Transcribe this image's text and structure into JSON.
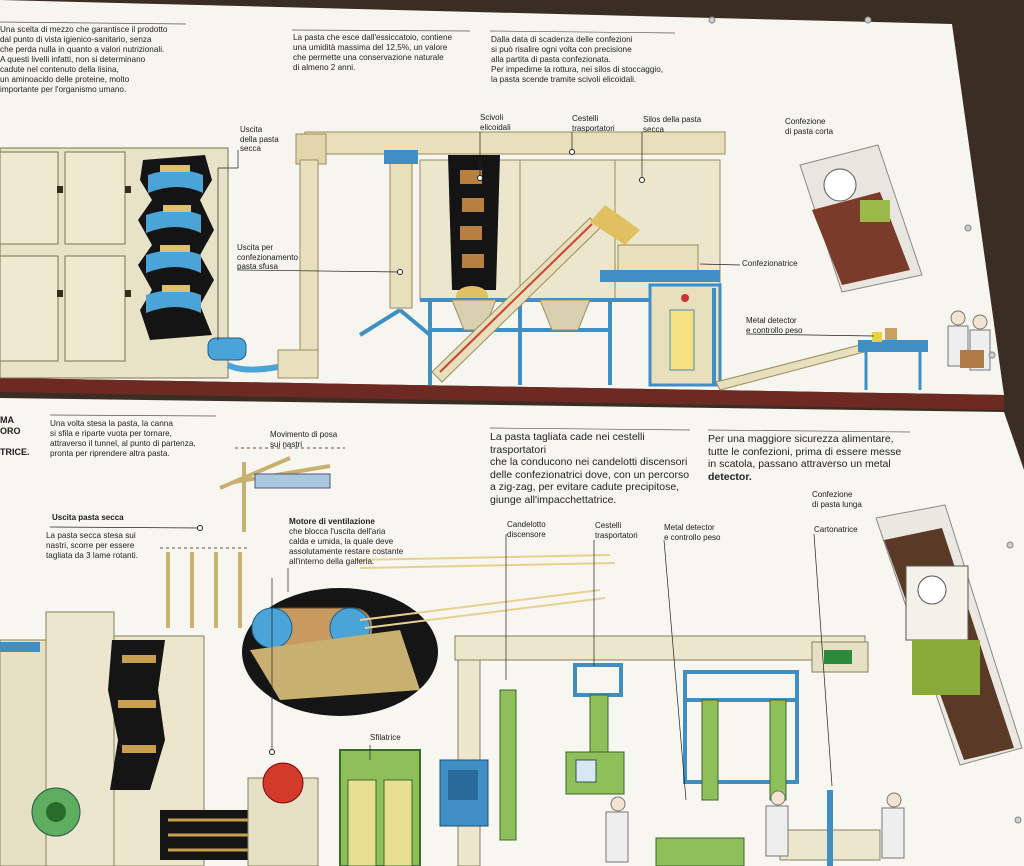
{
  "top": {
    "intro": [
      "Una scelta di mezzo che garantisce il prodotto",
      "dal punto di vista igienico-sanitario, senza",
      "che perda nulla in quanto a valori nutrizionali.",
      "A questi livelli infatti, non si determinano",
      "cadute nel contenuto della lisina,",
      "un aminoacido delle proteine, molto",
      "importante per l'organismo umano."
    ],
    "dryer_note": [
      "La pasta che esce dall'essiccatoio, contiene",
      "una umidità massima del 12,5%, un valore",
      "che permette una conservazione naturale",
      "di almeno 2 anni."
    ],
    "silo_note": [
      "Dalla data di scadenza delle confezioni",
      "si può risalire ogni volta con precisione",
      "alla partita di pasta confezionata.",
      "Per impedirne la rottura, nei silos di stoccaggio,",
      "la pasta scende tramite scivoli elicoidali."
    ],
    "labels": {
      "uscita_pasta_secca": [
        "Uscita",
        "della pasta",
        "secca"
      ],
      "uscita_sfusa": [
        "Uscita per",
        "confezionamento",
        "pasta sfusa"
      ],
      "scivoli": [
        "Scivoli",
        "elicoidali"
      ],
      "cestelli": [
        "Cestelli",
        "trasportatori"
      ],
      "silos": [
        "Silos della pasta",
        "secca"
      ],
      "confezione_corta": [
        "Confezione",
        "di pasta corta"
      ],
      "confezionatrice": "Confezionatrice",
      "metal_detector": [
        "Metal detector",
        "e controllo peso"
      ]
    }
  },
  "bottom": {
    "left_fragment": [
      "MA",
      "ORO",
      "",
      "TRICE."
    ],
    "canna_note": [
      "Una volta stesa la pasta, la canna",
      "si sfila e riparte vuota per tornare,",
      "attraverso il tunnel, al punto di partenza,",
      "pronta per riprendere altra pasta."
    ],
    "movimento": [
      "Movimento di posa",
      "sui nastri"
    ],
    "uscita_secca_title": "Uscita pasta secca",
    "uscita_secca_note": [
      "La pasta secca stesa sui",
      "nastri, scorre per essere",
      "tagliata da 3 lame rotanti."
    ],
    "motore_note": [
      "Motore di ventilazione",
      "che blocca l'uscita dell'aria",
      "calda e umida, la quale deve",
      "assolutamente restare costante",
      "all'interno della galleria."
    ],
    "cestelli_note": [
      "La pasta tagliata cade nei cestelli trasportatori",
      "che la conducono nei candelotti discensori",
      "delle confezionatrici dove, con un percorso",
      "a zig-zag, per evitare cadute precipitose,",
      "giunge all'impacchettatrice."
    ],
    "sicurezza_note": [
      "Per una maggiore sicurezza alimentare,",
      "tutte le confezioni, prima di essere messe",
      "in scatola, passano attraverso un metal",
      "detector."
    ],
    "labels": {
      "candelotto": [
        "Candelotto",
        "discensore"
      ],
      "cestelli": [
        "Cestelli",
        "trasportatori"
      ],
      "metal_detector": [
        "Metal detector",
        "e controllo peso"
      ],
      "cartonatrice": "Cartonatrice",
      "confezione_lunga": [
        "Confezione",
        "di pasta lunga"
      ],
      "sfilatrice": "Sfilatrice"
    }
  },
  "colors": {
    "board": "#f7f6f0",
    "rail": "#6b2a22",
    "machine_blue": "#3f8fc4",
    "machine_green": "#8fbf5a",
    "beige": "#e9e2c6",
    "red_motor": "#d23a2a"
  }
}
